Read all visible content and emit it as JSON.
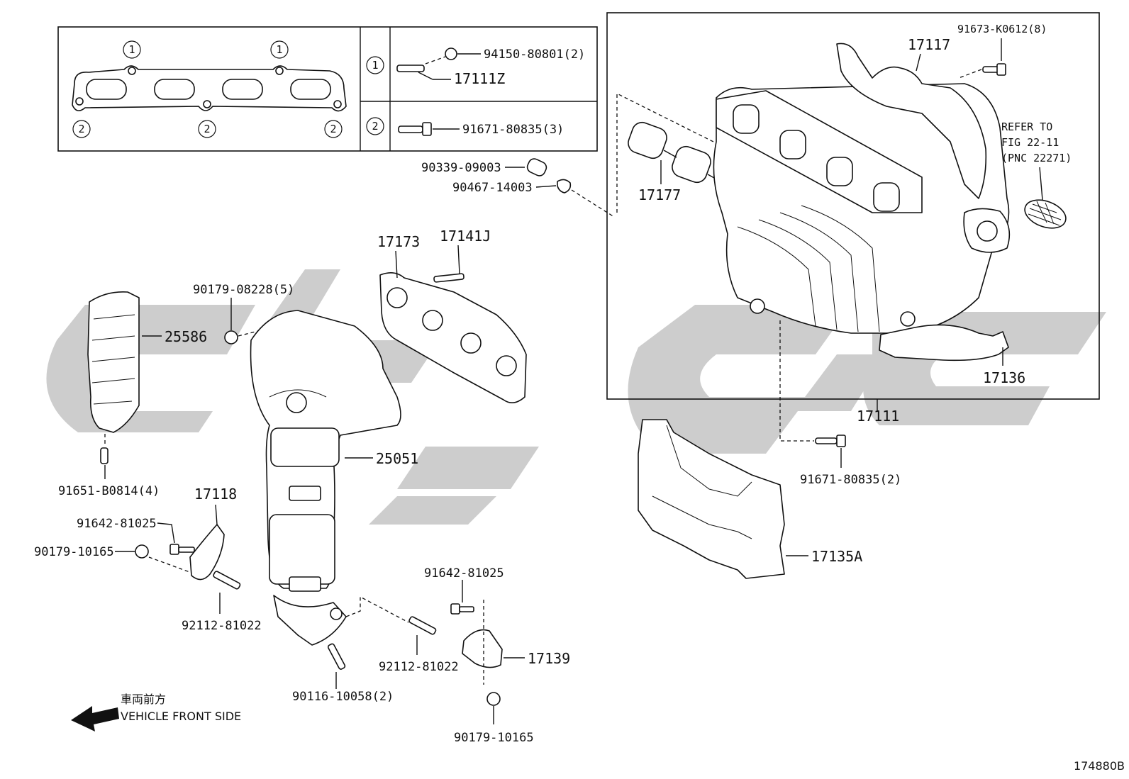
{
  "inset": {
    "circle_1": "1",
    "circle_2": "2",
    "row1_nut": "94150-80801(2)",
    "row1_stud": "17111Z",
    "row2_bolt": "91671-80835(3)"
  },
  "labels": {
    "p90339": "90339-09003",
    "p90467": "90467-14003",
    "p17117": "17117",
    "p91673": "91673-K0612(8)",
    "refer_line1": "REFER TO",
    "refer_line2": "FIG 22-11",
    "refer_line3": "(PNC 22271)",
    "p17177": "17177",
    "p17173": "17173",
    "p17141J": "17141J",
    "p90179_08228": "90179-08228(5)",
    "p25586": "25586",
    "p25051": "25051",
    "p17136": "17136",
    "p17111": "17111",
    "p91671_2": "91671-80835(2)",
    "p91651": "91651-B0814(4)",
    "p17118": "17118",
    "p91642_a": "91642-81025",
    "p90179_10165_a": "90179-10165",
    "p92112_a": "92112-81022",
    "p17135A": "17135A",
    "p91642_b": "91642-81025",
    "p92112_b": "92112-81022",
    "p17139": "17139",
    "p90116": "90116-10058(2)",
    "p90179_10165_b": "90179-10165"
  },
  "direction": {
    "jp": "車両前方",
    "en": "VEHICLE FRONT SIDE"
  },
  "figure_id": "174880B"
}
